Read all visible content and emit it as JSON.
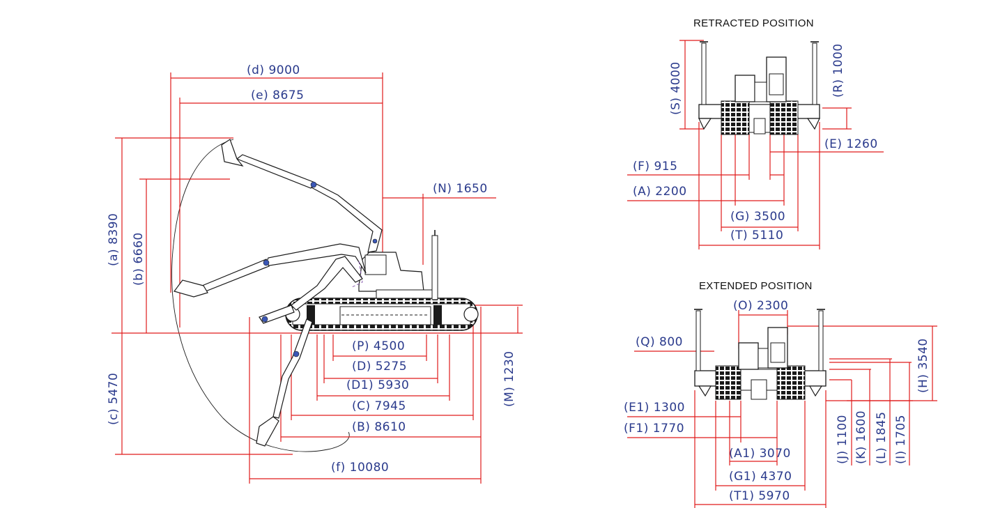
{
  "colors": {
    "dimension_line": "#e01a1a",
    "dimension_text": "#2a3a8c",
    "outline": "#1a1a1a",
    "joint": "#3b57b5"
  },
  "side_view": {
    "d": "(d)  9000",
    "e": "(e)  8675",
    "a": "(a)  8390",
    "b": "(b)  6660",
    "c": "(c)  5470",
    "N": "(N)  1650",
    "M": "(M)  1230",
    "P": "(P)  4500",
    "D": "(D)  5275",
    "D1": "(D1)  5930",
    "C": "(C)  7945",
    "B": "(B)  8610",
    "f": "(f)  10080"
  },
  "retracted": {
    "title": "RETRACTED POSITION",
    "S": "(S)  4000",
    "R": "(R)  1000",
    "E": "(E)  1260",
    "F": "(F)  915",
    "A": "(A)  2200",
    "G": "(G)  3500",
    "T": "(T)  5110"
  },
  "extended": {
    "title": "EXTENDED POSITION",
    "O": "(O)  2300",
    "Q": "(Q)  800",
    "H": "(H)  3540",
    "E1": "(E1)  1300",
    "F1": "(F1)  1770",
    "A1": "(A1)  3070",
    "G1": "(G1)  4370",
    "T1": "(T1)  5970",
    "J": "(J)  1100",
    "K": "(K)  1600",
    "L": "(L)  1845",
    "I": "(I)  1705"
  }
}
